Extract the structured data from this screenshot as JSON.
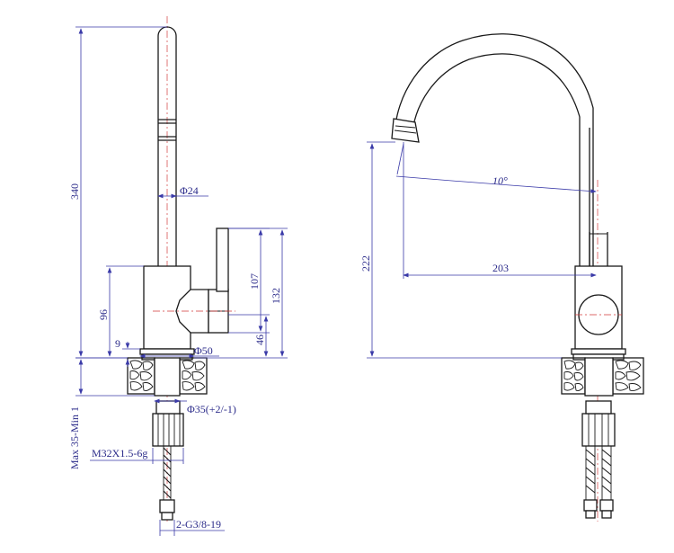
{
  "labels": {
    "height_total": "340",
    "spout_diameter": "Φ24",
    "lever_height": "107",
    "body_height": "132",
    "body_offset": "96",
    "lever_offset": "46",
    "gap": "9",
    "base_diameter": "Φ50",
    "hole_diameter": "Φ35(+2/-1)",
    "thickness": "Max 35-Min 1",
    "thread_spec": "M32X1.5-6g",
    "hose_spec": "2-G3/8-19",
    "spout_height": "222",
    "spout_angle": "10°",
    "spout_reach": "203"
  },
  "colors": {
    "outline": "#1a1a1a",
    "dimension": "#3a3aa8",
    "centerline": "#d23a3a"
  }
}
